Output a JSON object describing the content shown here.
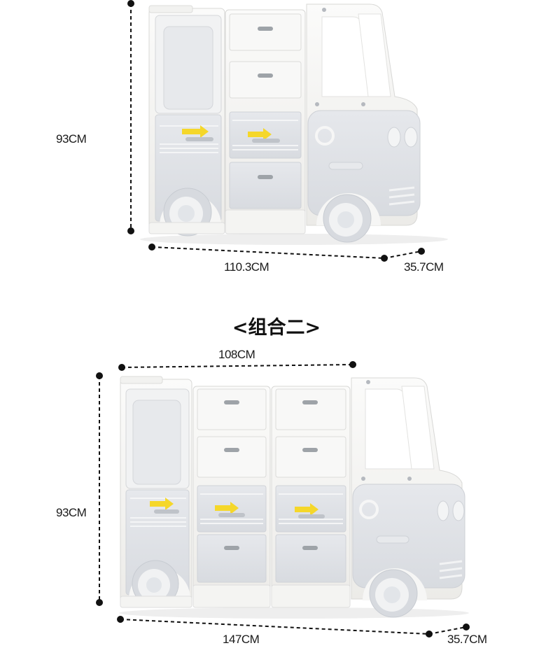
{
  "set1": {
    "height_label": "93CM",
    "width_label": "110.3CM",
    "depth_label": "35.7CM"
  },
  "set2": {
    "title": "<组合二>",
    "height_label": "93CM",
    "width_label": "147CM",
    "top_width_label": "108CM",
    "depth_label": "35.7CM"
  },
  "colors": {
    "body_white": "#f4f4f2",
    "panel_gray": "#dfe2e7",
    "accent_yellow": "#f5d72a",
    "dimension_line": "#111111"
  }
}
